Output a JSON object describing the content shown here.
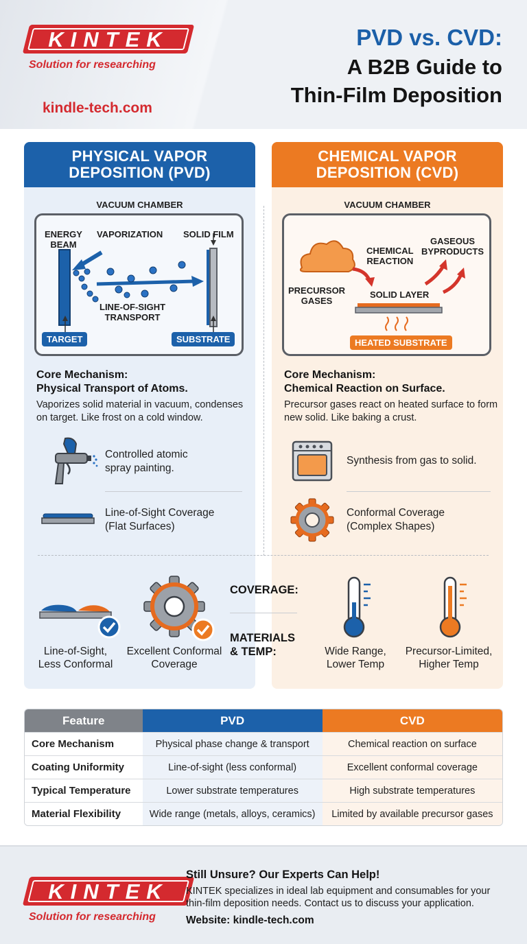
{
  "header": {
    "brand": "KINTEK",
    "tagline": "Solution for researching",
    "website": "kindle-tech.com",
    "title_line1": "PVD vs. CVD:",
    "title_line2": "A B2B Guide to",
    "title_line3": "Thin-Film Deposition"
  },
  "colors": {
    "pvd": "#1c61aa",
    "cvd": "#ec7a22",
    "brand_red": "#d42a2f"
  },
  "pvd": {
    "heading_line1": "PHYSICAL VAPOR",
    "heading_line2": "DEPOSITION (PVD)",
    "chamber_label": "VACUUM CHAMBER",
    "diagram": {
      "energy_beam_line1": "ENERGY",
      "energy_beam_line2": "BEAM",
      "vaporization": "VAPORIZATION",
      "solid_film": "SOLID FILM",
      "transport_line1": "LINE-OF-SIGHT",
      "transport_line2": "TRANSPORT",
      "target": "TARGET",
      "substrate": "SUBSTRATE"
    },
    "mechanism_title_line1": "Core Mechanism:",
    "mechanism_title_line2": "Physical Transport of Atoms.",
    "mechanism_desc": "Vaporizes solid material in vacuum, condenses on target. Like frost on a cold window.",
    "feature1_line1": "Controlled atomic",
    "feature1_line2": "spray painting.",
    "feature1_icon": "spray-gun-icon",
    "feature2_line1": "Line-of-Sight Coverage",
    "feature2_line2": "(Flat Surfaces)",
    "feature2_icon": "flat-plate-icon"
  },
  "cvd": {
    "heading_line1": "CHEMICAL VAPOR",
    "heading_line2": "DEPOSITION (CVD)",
    "chamber_label": "VACUUM CHAMBER",
    "diagram": {
      "precursor_line1": "PRECURSOR",
      "precursor_line2": "GASES",
      "reaction_line1": "CHEMICAL",
      "reaction_line2": "REACTION",
      "byproducts_line1": "GASEOUS",
      "byproducts_line2": "BYPRODUCTS",
      "solid_layer": "SOLID LAYER",
      "heated_substrate": "HEATED SUBSTRATE"
    },
    "mechanism_title_line1": "Core Mechanism:",
    "mechanism_title_line2": "Chemical Reaction on Surface.",
    "mechanism_desc": "Precursor gases react on heated surface to form new solid. Like baking a crust.",
    "feature1_line1": "Synthesis from gas to solid.",
    "feature1_icon": "oven-icon",
    "feature2_line1": "Conformal Coverage",
    "feature2_line2": "(Complex Shapes)",
    "feature2_icon": "gear-icon"
  },
  "comparison": {
    "coverage_label": "COVERAGE:",
    "materials_label_line1": "MATERIALS",
    "materials_label_line2": "& TEMP:",
    "pvd_coverage_line1": "Line-of-Sight,",
    "pvd_coverage_line2": "Less Conformal",
    "cvd_coverage_line1": "Excellent Conformal",
    "cvd_coverage_line2": "Coverage",
    "pvd_temp_line1": "Wide Range,",
    "pvd_temp_line2": "Lower Temp",
    "cvd_temp_line1": "Precursor-Limited,",
    "cvd_temp_line2": "Higher Temp"
  },
  "table": {
    "headers": [
      "Feature",
      "PVD",
      "CVD"
    ],
    "rows": [
      [
        "Core Mechanism",
        "Physical phase change & transport",
        "Chemical reaction on surface"
      ],
      [
        "Coating Uniformity",
        "Line-of-sight (less conformal)",
        "Excellent conformal coverage"
      ],
      [
        "Typical Temperature",
        "Lower substrate temperatures",
        "High substrate temperatures"
      ],
      [
        "Material Flexibility",
        "Wide range (metals, alloys, ceramics)",
        "Limited by available precursor gases"
      ]
    ]
  },
  "footer": {
    "brand": "KINTEK",
    "tagline": "Solution for researching",
    "title": "Still Unsure? Our Experts Can Help!",
    "body": "KINTEK specializes in ideal lab equipment and consumables for your thin-film deposition needs. Contact us to discuss your application.",
    "website": "Website: kindle-tech.com"
  }
}
